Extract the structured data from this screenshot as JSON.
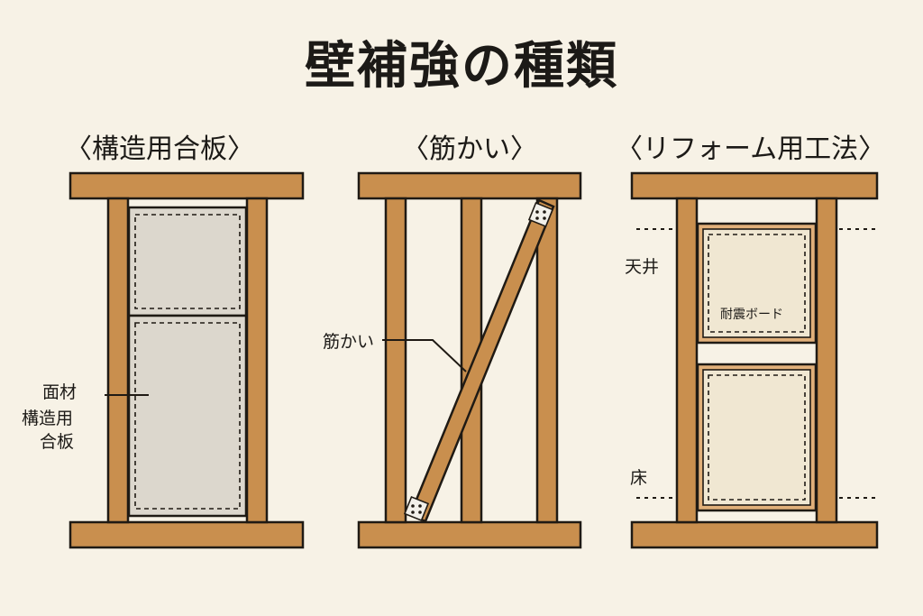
{
  "title": "壁補強の種類",
  "panels": {
    "plywood": {
      "heading": "〈構造用合板〉",
      "label_line1": "面材",
      "label_line2": "構造用",
      "label_line3": "合板"
    },
    "brace": {
      "heading": "〈筋かい〉",
      "label": "筋かい"
    },
    "reform": {
      "heading": "〈リフォーム用工法〉",
      "label_ceiling": "天井",
      "label_floor": "床",
      "label_board": "耐震ボード"
    }
  },
  "colors": {
    "wood": "#c98f4e",
    "outline": "#1f1a14",
    "panel_fill": "#dcd7cd",
    "board_fill": "#f0e7d2",
    "board_frame": "#e1b07a",
    "background": "#f7f2e6"
  }
}
